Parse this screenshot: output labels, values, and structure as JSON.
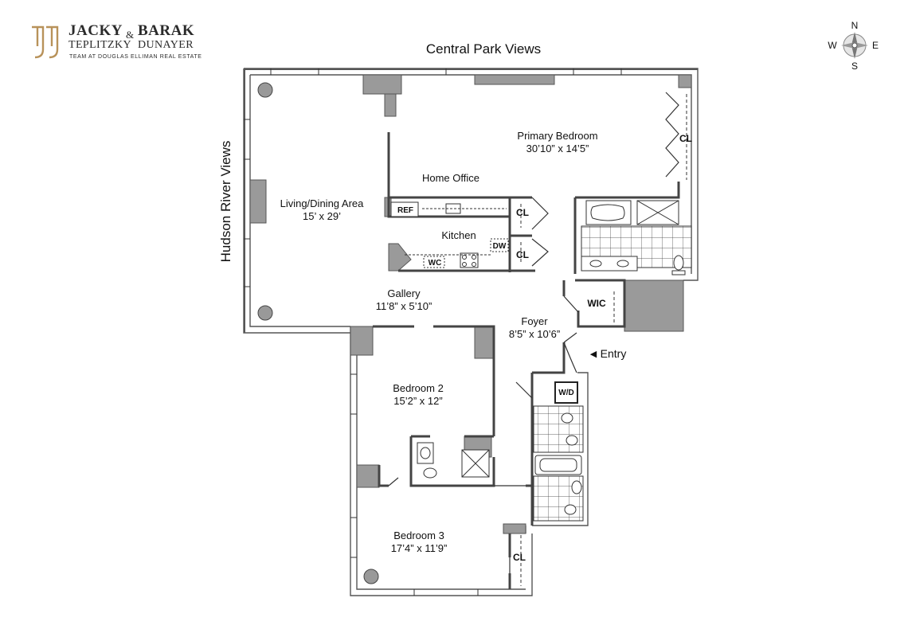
{
  "brand": {
    "name_line1_left": "JACKY",
    "name_line1_right": "BARAK",
    "ampersand": "&",
    "name_line2_left": "TEPLITZKY",
    "name_line2_right": "DUNAYER",
    "tagline": "TEAM AT DOUGLAS ELLIMAN REAL ESTATE",
    "accent_color": "#b8925a"
  },
  "compass": {
    "n": "N",
    "s": "S",
    "e": "E",
    "w": "W"
  },
  "views": {
    "top": "Central Park Views",
    "left": "Hudson River Views"
  },
  "rooms": {
    "living": {
      "name": "Living/Dining Area",
      "size": "15’ x 29’"
    },
    "office": {
      "name": "Home Office"
    },
    "kitchen": {
      "name": "Kitchen"
    },
    "primary": {
      "name": "Primary Bedroom",
      "size": "30’10” x 14’5”"
    },
    "gallery": {
      "name": "Gallery",
      "size": "11’8” x 5’10”"
    },
    "foyer": {
      "name": "Foyer",
      "size": "8’5” x 10’6”"
    },
    "bedroom2": {
      "name": "Bedroom 2",
      "size": "15’2” x 12”"
    },
    "bedroom3": {
      "name": "Bedroom 3",
      "size": "17’4” x 11’9”"
    }
  },
  "fixtures": {
    "ref": "REF",
    "dw": "DW",
    "wc": "WC",
    "cl": "CL",
    "wic": "WIC",
    "wd": "W/D"
  },
  "entry": {
    "label": "Entry",
    "arrow": "◀"
  },
  "colors": {
    "wall": "#8f8f8f",
    "wall_dark": "#555555",
    "column": "#9a9a9a"
  }
}
